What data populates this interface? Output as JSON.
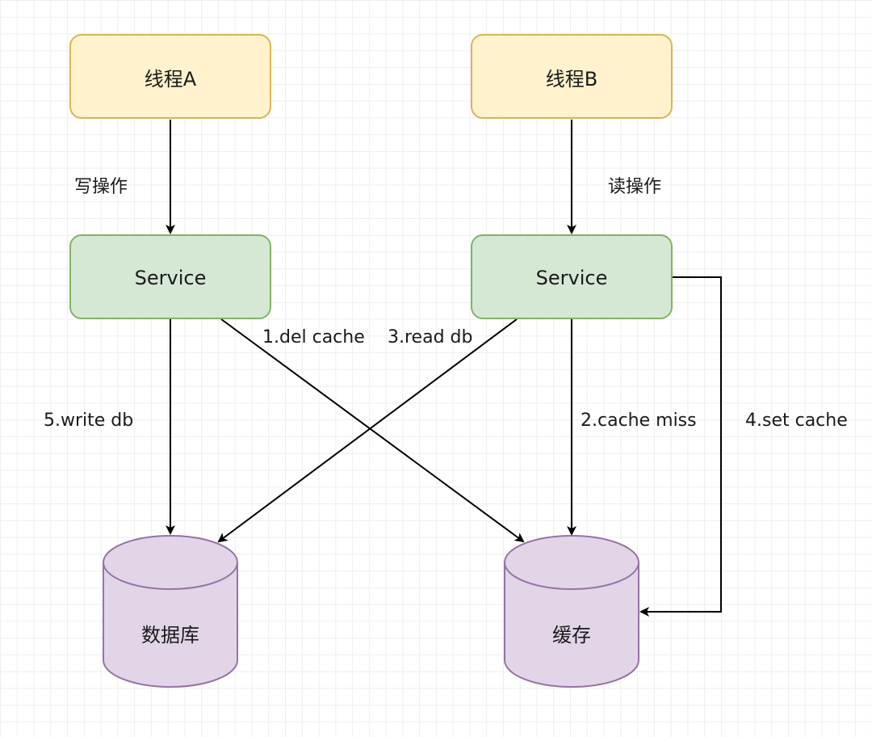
{
  "colors": {
    "thread_fill": "#fff2cc",
    "thread_stroke": "#d6b656",
    "service_fill": "#d5e8d4",
    "service_stroke": "#82b366",
    "store_fill": "#e1d5e7",
    "store_stroke": "#9673a6",
    "edge": "#000000",
    "grid": "#eeeeee"
  },
  "nodes": {
    "thread_a": "线程A",
    "thread_b": "线程B",
    "service_a": "Service",
    "service_b": "Service",
    "database": "数据库",
    "cache": "缓存"
  },
  "edges": {
    "write_op": "写操作",
    "read_op": "读操作",
    "del_cache": "1.del cache",
    "cache_miss": "2.cache miss",
    "read_db": "3.read db",
    "set_cache": "4.set cache",
    "write_db": "5.write db"
  }
}
